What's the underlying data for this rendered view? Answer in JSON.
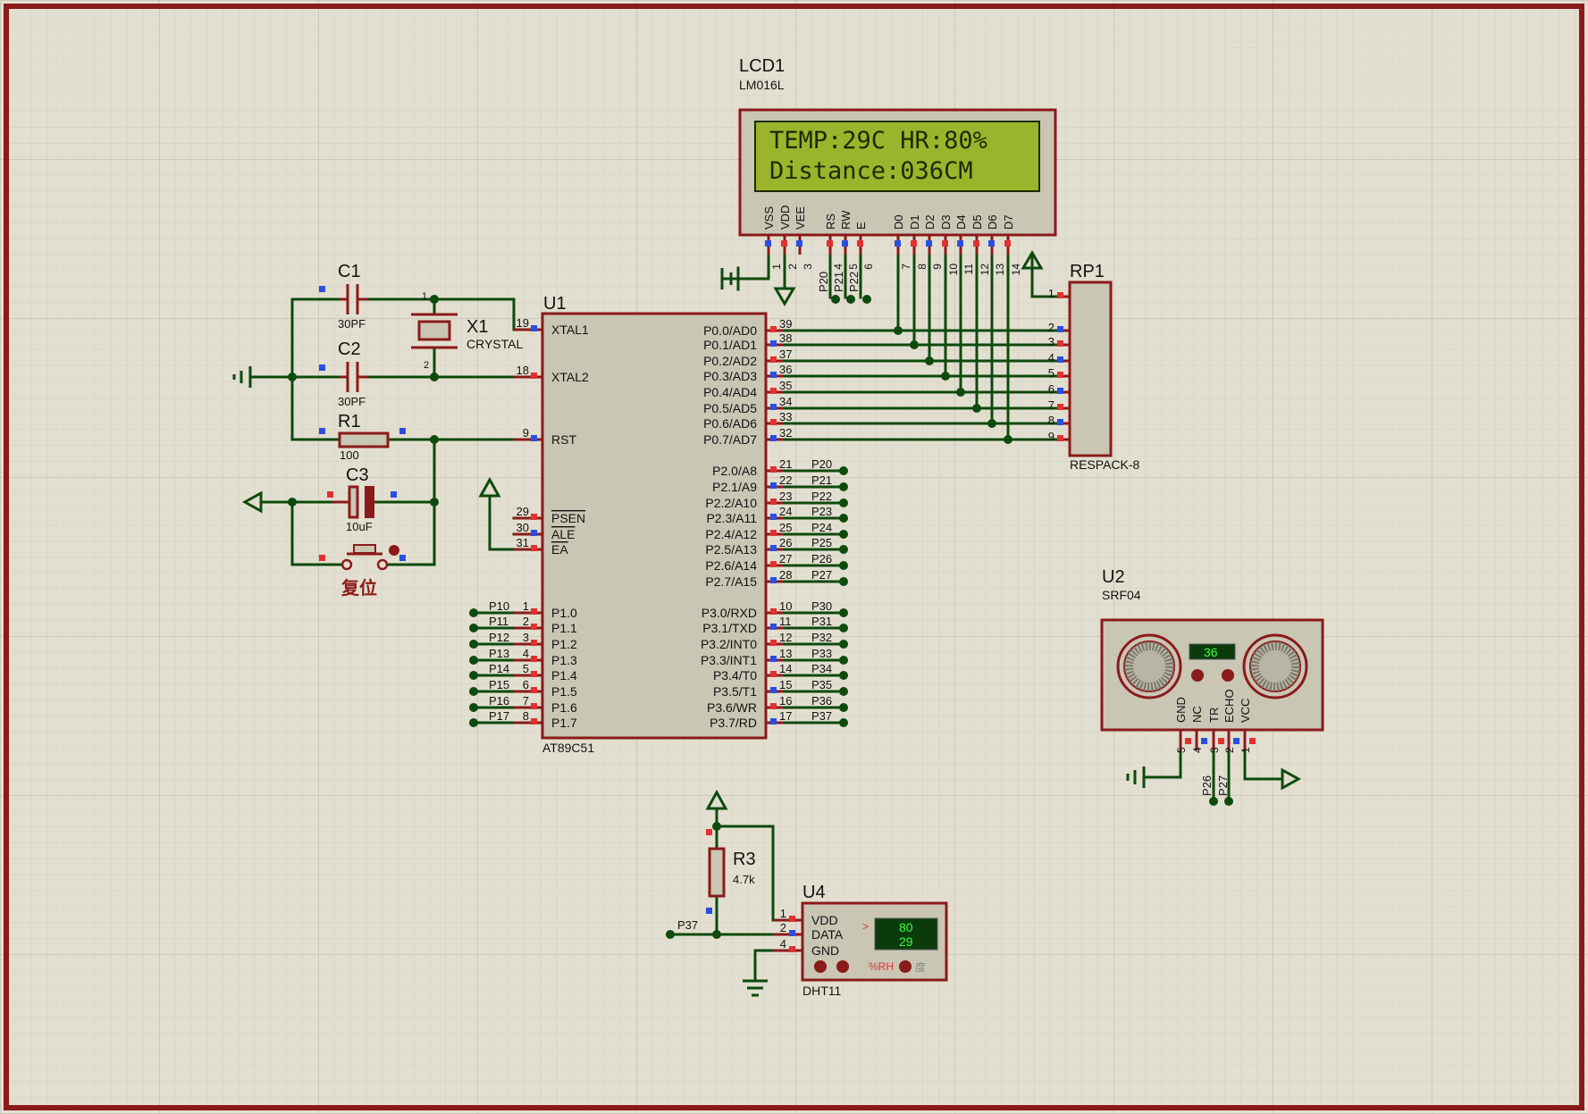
{
  "colors": {
    "background": "#e2dfd0",
    "grid_minor": "#d2cfc0",
    "grid_major": "#bfbcad",
    "border": "#8b1a1a",
    "body_outline": "#8b1a1a",
    "body_fill": "#c9c6b4",
    "wire": "#0d4a0d",
    "text": "#111111",
    "pin_red": "#e23030",
    "pin_blue": "#2a4fe0",
    "lcd_screen": "#9ab52c",
    "lcd_text": "#1c2a06",
    "digital_green": "#3cff3c"
  },
  "lcd": {
    "ref": "LCD1",
    "part": "LM016L",
    "line1": "TEMP:29C HR:80%",
    "line2": "Distance:036CM",
    "pins": [
      {
        "name": "VSS",
        "num": "1"
      },
      {
        "name": "VDD",
        "num": "2"
      },
      {
        "name": "VEE",
        "num": "3"
      },
      {
        "name": "RS",
        "num": "4"
      },
      {
        "name": "RW",
        "num": "5"
      },
      {
        "name": "E",
        "num": "6"
      },
      {
        "name": "D0",
        "num": "7"
      },
      {
        "name": "D1",
        "num": "8"
      },
      {
        "name": "D2",
        "num": "9"
      },
      {
        "name": "D3",
        "num": "10"
      },
      {
        "name": "D4",
        "num": "11"
      },
      {
        "name": "D5",
        "num": "12"
      },
      {
        "name": "D6",
        "num": "13"
      },
      {
        "name": "D7",
        "num": "14"
      }
    ],
    "net_labels": [
      "P20",
      "P21",
      "P22"
    ]
  },
  "mcu": {
    "ref": "U1",
    "part": "AT89C51",
    "left_pins": [
      {
        "name": "XTAL1",
        "num": "19"
      },
      {
        "name": "XTAL2",
        "num": "18"
      },
      {
        "name": "RST",
        "num": "9"
      },
      {
        "name": "PSEN",
        "num": "29"
      },
      {
        "name": "ALE",
        "num": "30"
      },
      {
        "name": "EA",
        "num": "31"
      }
    ],
    "p1_pins": [
      {
        "name": "P1.0",
        "num": "1",
        "net": "P10"
      },
      {
        "name": "P1.1",
        "num": "2",
        "net": "P11"
      },
      {
        "name": "P1.2",
        "num": "3",
        "net": "P12"
      },
      {
        "name": "P1.3",
        "num": "4",
        "net": "P13"
      },
      {
        "name": "P1.4",
        "num": "5",
        "net": "P14"
      },
      {
        "name": "P1.5",
        "num": "6",
        "net": "P15"
      },
      {
        "name": "P1.6",
        "num": "7",
        "net": "P16"
      },
      {
        "name": "P1.7",
        "num": "8",
        "net": "P17"
      }
    ],
    "p0_pins": [
      {
        "name": "P0.0/AD0",
        "num": "39"
      },
      {
        "name": "P0.1/AD1",
        "num": "38"
      },
      {
        "name": "P0.2/AD2",
        "num": "37"
      },
      {
        "name": "P0.3/AD3",
        "num": "36"
      },
      {
        "name": "P0.4/AD4",
        "num": "35"
      },
      {
        "name": "P0.5/AD5",
        "num": "34"
      },
      {
        "name": "P0.6/AD6",
        "num": "33"
      },
      {
        "name": "P0.7/AD7",
        "num": "32"
      }
    ],
    "p2_pins": [
      {
        "name": "P2.0/A8",
        "num": "21",
        "net": "P20"
      },
      {
        "name": "P2.1/A9",
        "num": "22",
        "net": "P21"
      },
      {
        "name": "P2.2/A10",
        "num": "23",
        "net": "P22"
      },
      {
        "name": "P2.3/A11",
        "num": "24",
        "net": "P23"
      },
      {
        "name": "P2.4/A12",
        "num": "25",
        "net": "P24"
      },
      {
        "name": "P2.5/A13",
        "num": "26",
        "net": "P25"
      },
      {
        "name": "P2.6/A14",
        "num": "27",
        "net": "P26"
      },
      {
        "name": "P2.7/A15",
        "num": "28",
        "net": "P27"
      }
    ],
    "p3_pins": [
      {
        "name": "P3.0/RXD",
        "num": "10",
        "net": "P30"
      },
      {
        "name": "P3.1/TXD",
        "num": "11",
        "net": "P31"
      },
      {
        "name": "P3.2/INT0",
        "num": "12",
        "net": "P32"
      },
      {
        "name": "P3.3/INT1",
        "num": "13",
        "net": "P33"
      },
      {
        "name": "P3.4/T0",
        "num": "14",
        "net": "P34"
      },
      {
        "name": "P3.5/T1",
        "num": "15",
        "net": "P35"
      },
      {
        "name": "P3.6/WR",
        "num": "16",
        "net": "P36"
      },
      {
        "name": "P3.7/RD",
        "num": "17",
        "net": "P37"
      }
    ]
  },
  "rp1": {
    "ref": "RP1",
    "part": "RESPACK-8",
    "pins": [
      "1",
      "2",
      "3",
      "4",
      "5",
      "6",
      "7",
      "8",
      "9"
    ]
  },
  "c1": {
    "ref": "C1",
    "value": "30PF"
  },
  "c2": {
    "ref": "C2",
    "value": "30PF"
  },
  "c3": {
    "ref": "C3",
    "value": "10uF"
  },
  "x1": {
    "ref": "X1",
    "part": "CRYSTAL",
    "pin1": "1",
    "pin2": "2"
  },
  "r1": {
    "ref": "R1",
    "value": "100"
  },
  "r3": {
    "ref": "R3",
    "value": "4.7k"
  },
  "reset_label": "复位",
  "u2": {
    "ref": "U2",
    "part": "SRF04",
    "display": "36",
    "pins": [
      {
        "name": "GND",
        "num": "5"
      },
      {
        "name": "NC",
        "num": "4"
      },
      {
        "name": "TR",
        "num": "3"
      },
      {
        "name": "ECHO",
        "num": "2"
      },
      {
        "name": "VCC",
        "num": "1"
      }
    ],
    "nets": [
      "P26",
      "P27"
    ]
  },
  "u4": {
    "ref": "U4",
    "part": "DHT11",
    "pins": [
      {
        "name": "VDD",
        "num": "1"
      },
      {
        "name": "DATA",
        "num": "2"
      },
      {
        "name": "GND",
        "num": "4"
      }
    ],
    "humidity": "80",
    "temperature": "29",
    "unit_label": "%RH",
    "degree_label": "度",
    "arrow": ">",
    "net": "P37"
  }
}
